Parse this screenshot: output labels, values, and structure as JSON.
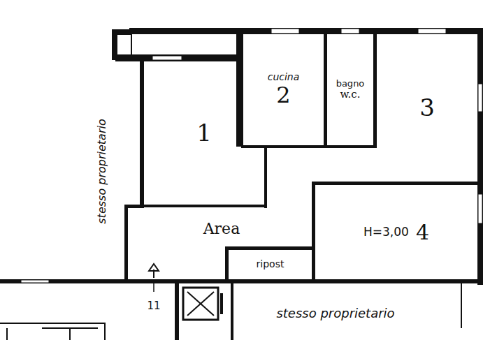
{
  "diagram": {
    "nodes": [
      {
        "text": [
          "1"
        ]
      },
      {
        "text": [
          "cucina",
          "2"
        ]
      },
      {
        "text": [
          "bagno",
          "w.c."
        ]
      },
      {
        "text": [
          "3"
        ]
      },
      {
        "text": [
          "H=3,00",
          "4"
        ]
      },
      {
        "text": [
          "Area"
        ]
      },
      {
        "text": [
          "ripost"
        ]
      }
    ],
    "labels": [
      "stesso proprietario",
      "stesso proprietario",
      "11"
    ]
  }
}
